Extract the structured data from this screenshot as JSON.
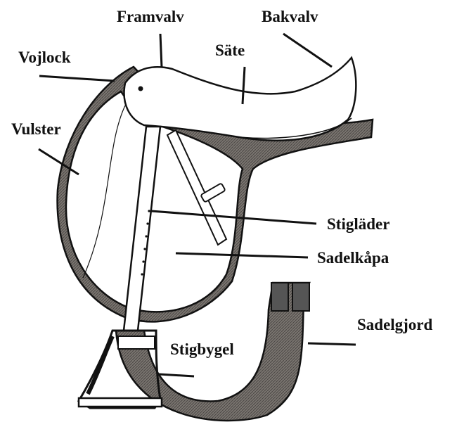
{
  "diagram": {
    "labels": {
      "framvalv": "Framvalv",
      "bakvalv": "Bakvalv",
      "vojlock": "Vojlock",
      "sate": "Säte",
      "vulster": "Vulster",
      "stiglader": "Stigläder",
      "sadelkapa": "Sadelkåpa",
      "sadelgjord": "Sadelgjord",
      "stigbygel": "Stigbygel"
    },
    "colors": {
      "ink": "#111111",
      "leather_dark": "#6e6a66",
      "paper": "#ffffff"
    }
  }
}
